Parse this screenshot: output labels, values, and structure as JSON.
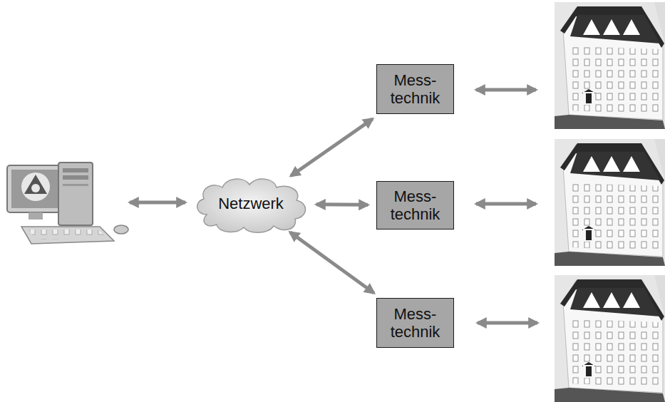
{
  "diagram": {
    "nodes": [
      {
        "text": [
          "Netzwerk"
        ]
      },
      {
        "text": [
          "Mess- technik"
        ]
      },
      {
        "text": [
          "Mess- technik"
        ]
      },
      {
        "text": [
          "Mess- technik"
        ]
      }
    ],
    "edges": [
      {
        "from": 0,
        "to": 1,
        "arrow": "both"
      },
      {
        "from": 0,
        "to": 2,
        "arrow": "both"
      },
      {
        "from": 0,
        "to": 3,
        "arrow": "both"
      }
    ]
  }
}
